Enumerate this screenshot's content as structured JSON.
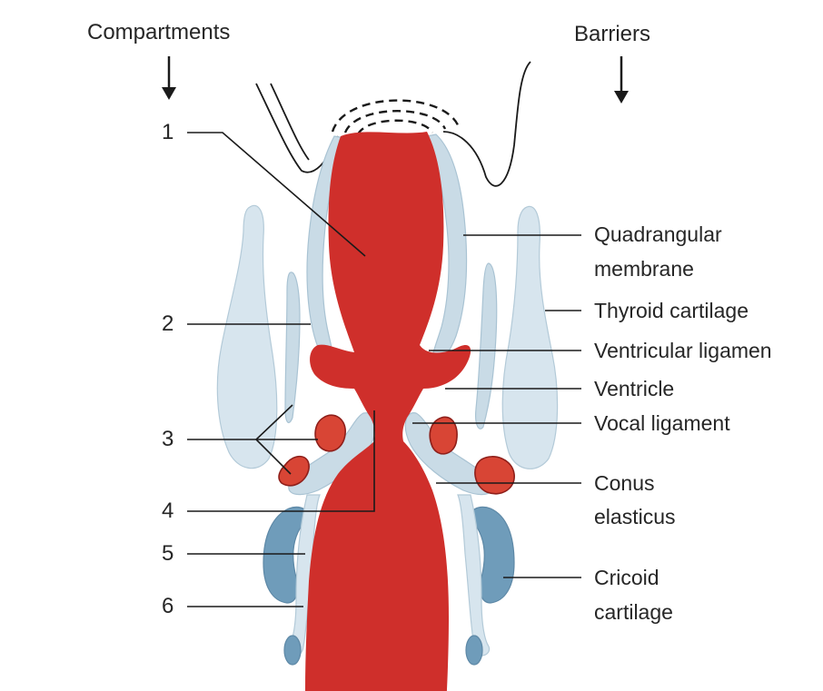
{
  "headers": {
    "compartments": "Compartments",
    "barriers": "Barriers"
  },
  "numbers": [
    "1",
    "2",
    "3",
    "4",
    "5",
    "6"
  ],
  "labels": {
    "quadrangular_line1": "Quadrangular",
    "quadrangular_line2": "membrane",
    "thyroid": "Thyroid cartilage",
    "ventricular": "Ventricular ligamen",
    "ventricle": "Ventricle",
    "vocal": "Vocal ligament",
    "conus_line1": "Conus",
    "conus_line2": "elasticus",
    "cricoid_line1": "Cricoid",
    "cricoid_line2": "cartilage"
  },
  "colors": {
    "airway": "#cf2f2b",
    "cartilage_light": "#c9dbe6",
    "cartilage_dark": "#6f9cba",
    "vocal_nodule": "#d84535"
  }
}
